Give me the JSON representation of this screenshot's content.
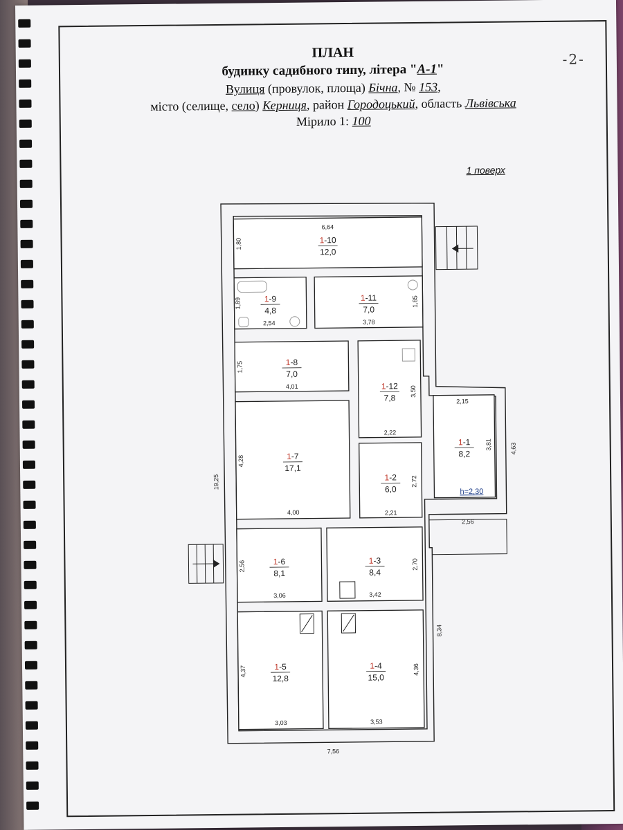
{
  "header": {
    "title": "ПЛАН",
    "line2_prefix": "будинку садибного типу, літера \"",
    "line2_letter": "А-1",
    "line2_suffix": "\"",
    "street_label": "Вулиця",
    "street_rest": " (провулок, площа) ",
    "street_value": "Бічна",
    "number_label": ", № ",
    "number_value": "153",
    "number_suffix": ",",
    "city_label_a": "місто (селище, ",
    "city_label_b": "село",
    "city_label_c": ") ",
    "city_value": "Керниця",
    "district_label": ", район ",
    "district_value": "Городоцький",
    "region_label": ", область ",
    "region_value": "Львівська",
    "scale_label": "Мірило 1: ",
    "scale_value": "100"
  },
  "page_mark": "-2-",
  "floor_label": "1 поверх",
  "rooms": [
    {
      "id": "1-10",
      "area": "12,0",
      "w": "6,64",
      "h": "1,80"
    },
    {
      "id": "1-9",
      "area": "4,8",
      "w": "2,54",
      "h": "1,89"
    },
    {
      "id": "1-11",
      "area": "7,0",
      "w": "3,78",
      "h": "1,85"
    },
    {
      "id": "1-8",
      "area": "7,0",
      "w": "4,01",
      "h": "1,75"
    },
    {
      "id": "1-12",
      "area": "7,8",
      "w": "2,22",
      "h": "3,50"
    },
    {
      "id": "1-1",
      "area": "8,2",
      "w": "2,15",
      "h": "3,81"
    },
    {
      "id": "1-7",
      "area": "17,1",
      "w": "4,00",
      "h": "4,28"
    },
    {
      "id": "1-2",
      "area": "6,0",
      "w": "2,21",
      "h": "2,72"
    },
    {
      "id": "1-6",
      "area": "8,1",
      "w": "3,06",
      "h": "2,56"
    },
    {
      "id": "1-3",
      "area": "8,4",
      "w": "3,42",
      "h": "2,70"
    },
    {
      "id": "1-5",
      "area": "12,8",
      "w": "3,03",
      "h": "4,37"
    },
    {
      "id": "1-4",
      "area": "15,0",
      "w": "3,53",
      "h": "4,36"
    }
  ],
  "dims": {
    "total_length": "19,25",
    "total_width": "7,56",
    "right_lower": "8,34",
    "room11_right": "4,63",
    "porch": "2,56",
    "height": "h=2,30"
  }
}
